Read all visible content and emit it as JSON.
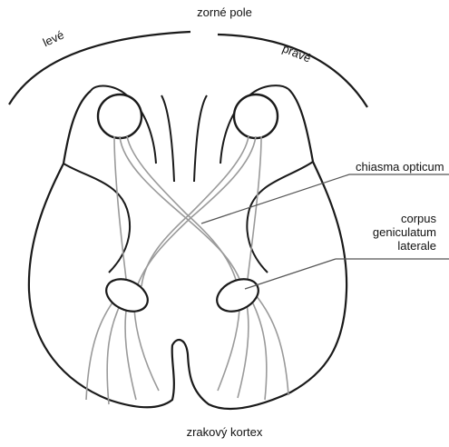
{
  "labels": {
    "visual_field": "zorné pole",
    "left": "levé",
    "right": "pravé",
    "optic_chiasm": "chiasma opticum",
    "lgn": [
      "corpus",
      "geniculatum",
      "laterale"
    ],
    "visual_cortex": "zrakový kortex"
  },
  "colors": {
    "outline": "#1a1a1a",
    "pathway": "#9a9a9a",
    "pointer_line": "#555555"
  }
}
